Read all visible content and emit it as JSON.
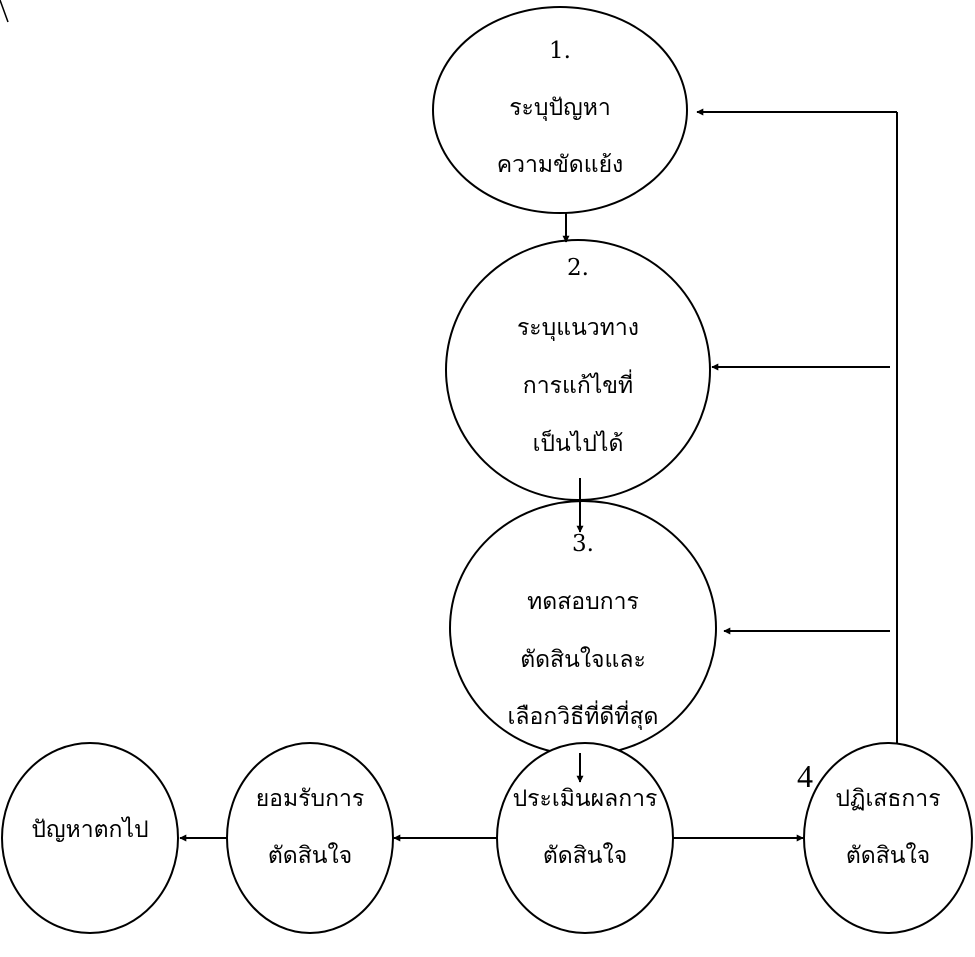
{
  "nodes": {
    "step1": {
      "number": "1.",
      "line1": "ระบุปัญหา",
      "line2": "ความขัดแย้ง"
    },
    "step2": {
      "number": "2.",
      "line1": "ระบุแนวทาง",
      "line2": "การแก้ไขที่",
      "line3": "เป็นไปได้"
    },
    "step3": {
      "number": "3.",
      "line1": "ทดสอบการ",
      "line2": "ตัดสินใจและ",
      "line3": "เลือกวิธีที่ดีที่สุด"
    },
    "evaluate": {
      "line1": "ประเมินผลการ",
      "line2": "ตัดสินใจ"
    },
    "accept": {
      "line1": "ยอมรับการ",
      "line2": "ตัดสินใจ"
    },
    "reject": {
      "line1": "ปฏิเสธการ",
      "line2": "ตัดสินใจ"
    },
    "problem_gone": {
      "line1": "ปัญหาตกไป"
    }
  },
  "step4_label": "4"
}
